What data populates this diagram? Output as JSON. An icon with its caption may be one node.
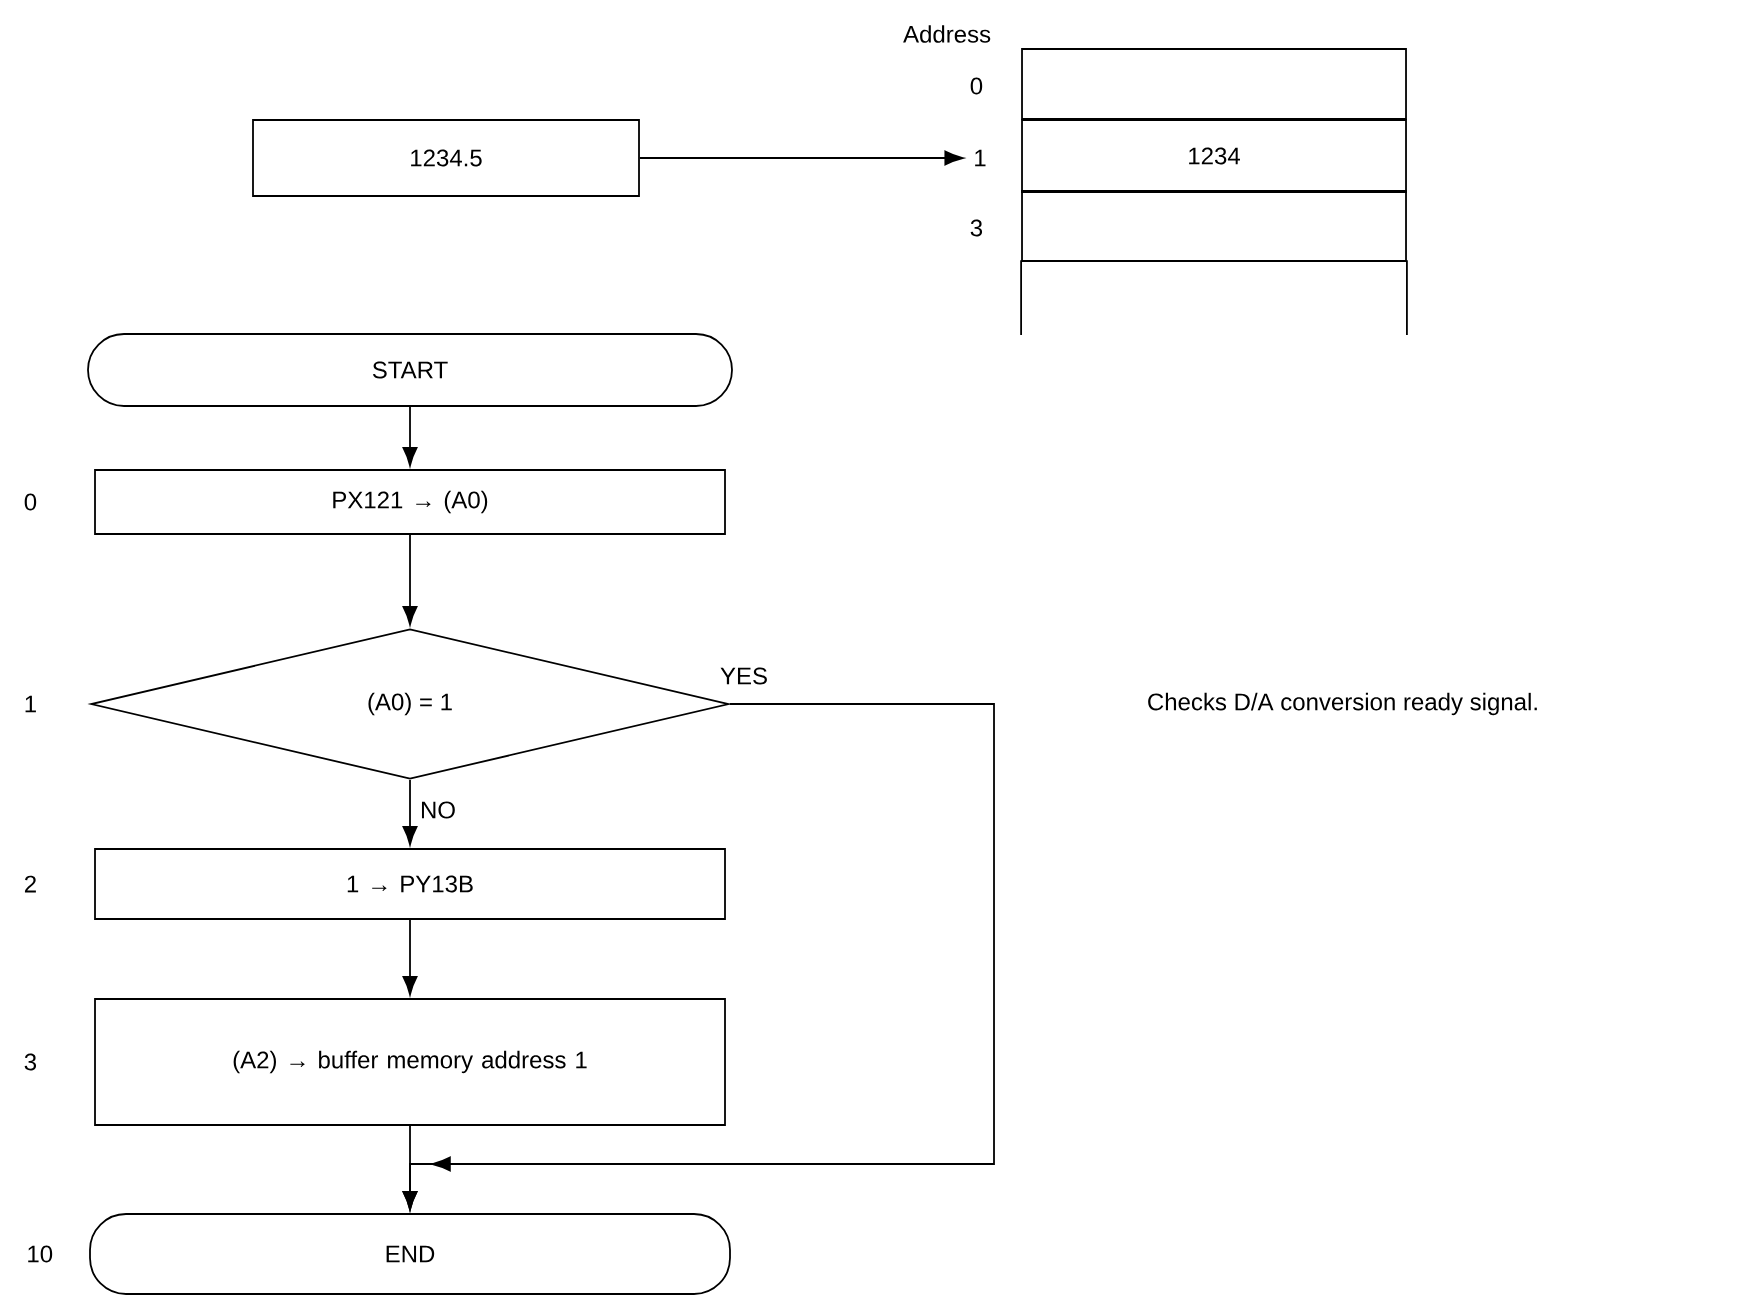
{
  "diagram": {
    "nodes": [
      {
        "text": [
          "1234.5"
        ]
      },
      {
        "text": [],
        "shape": "box",
        "beside": [
          "0"
        ]
      },
      {
        "text": [
          "1"
        ]
      },
      {
        "text": [
          "1234"
        ]
      },
      {
        "text": [],
        "shape": "box",
        "beside": [
          "3"
        ]
      },
      {
        "text": [],
        "shape": "box"
      },
      {
        "text": [
          "START"
        ]
      },
      {
        "text": [
          "PX121 → (A0)"
        ],
        "beside": [
          "0"
        ]
      },
      {
        "text": [
          "(A0) = 1"
        ],
        "beside": [
          "1"
        ]
      },
      {
        "text": [
          "1 → PY13B"
        ],
        "beside": [
          "2"
        ]
      },
      {
        "text": [
          "(A2) → buffer memory address 1"
        ],
        "beside": [
          "3"
        ]
      },
      {
        "text": [
          "END"
        ],
        "beside": [
          "10"
        ]
      }
    ],
    "edges": [
      {
        "from": 0,
        "to": 2,
        "arrow": "to"
      },
      {
        "from": 6,
        "to": 7,
        "arrow": "to"
      },
      {
        "from": 7,
        "to": 8,
        "arrow": "to"
      },
      {
        "from": 8,
        "to": 9,
        "arrow": "to",
        "label": "NO"
      },
      {
        "from": 9,
        "to": 10,
        "arrow": "to"
      },
      {
        "from": 10,
        "to": 11,
        "arrow": "to"
      },
      {
        "from": 8,
        "to": 11,
        "arrow": "to",
        "label": "YES"
      }
    ],
    "labels": [
      "Address",
      "Checks D/A conversion ready signal."
    ]
  }
}
